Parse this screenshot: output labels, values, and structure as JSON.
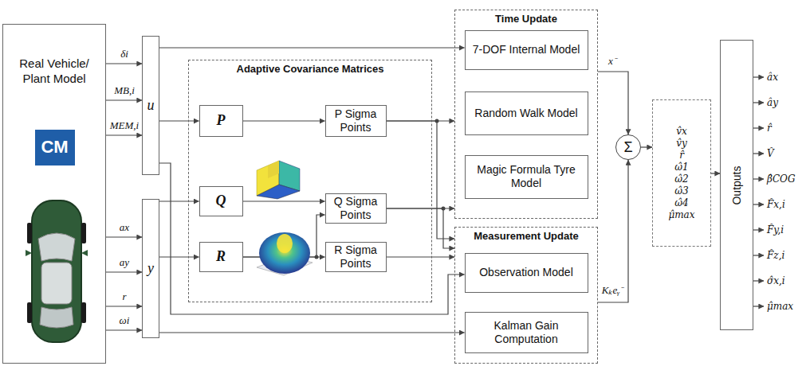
{
  "diagram": {
    "nodes": [
      {
        "text": [
          "Real Vehicle/ Plant Model"
        ]
      },
      {
        "text": [
          "CM"
        ],
        "in": 0
      },
      {
        "text": [
          "u"
        ]
      },
      {
        "text": [
          "y"
        ]
      },
      {
        "text": [
          "Adaptive Covariance Matrices"
        ]
      },
      {
        "text": [
          "P"
        ],
        "in": 4
      },
      {
        "text": [
          "P Sigma Points"
        ],
        "in": 4
      },
      {
        "text": [
          "Q"
        ],
        "in": 4
      },
      {
        "text": [
          "Q Sigma Points"
        ],
        "in": 4
      },
      {
        "text": [
          "R"
        ],
        "in": 4
      },
      {
        "text": [
          "R Sigma Points"
        ],
        "in": 4
      },
      {
        "text": [
          "Time Update"
        ]
      },
      {
        "text": [
          "7-DOF Internal Model"
        ],
        "in": 11
      },
      {
        "text": [
          "Random Walk Model"
        ],
        "in": 11
      },
      {
        "text": [
          "Magic Formula Tyre Model"
        ],
        "in": 11
      },
      {
        "text": [
          "Measurement Update"
        ]
      },
      {
        "text": [
          "Observation Model"
        ],
        "in": 15
      },
      {
        "text": [
          "Kalman Gain Computation"
        ],
        "in": 15
      },
      {
        "text": [
          "Σ"
        ]
      },
      {
        "text": [
          "v̂x",
          "v̂y",
          "r̂",
          "ω̂1",
          "ω̂2",
          "ω̂3",
          "ω̂4",
          "μ̂max"
        ]
      },
      {
        "text": [
          "Outputs"
        ]
      }
    ],
    "edges": [
      {
        "from": 0,
        "to": 2,
        "arrow": "to",
        "label": "δi"
      },
      {
        "from": 0,
        "to": 2,
        "arrow": "to",
        "label": "MB,i"
      },
      {
        "from": 0,
        "to": 2,
        "arrow": "to",
        "label": "MEM,i"
      },
      {
        "from": 0,
        "to": 3,
        "arrow": "to",
        "label": "ax"
      },
      {
        "from": 0,
        "to": 3,
        "arrow": "to",
        "label": "ay"
      },
      {
        "from": 0,
        "to": 3,
        "arrow": "to",
        "label": "r"
      },
      {
        "from": 0,
        "to": 3,
        "arrow": "to",
        "label": "ωi"
      },
      {
        "from": 2,
        "to": 12,
        "arrow": "to"
      },
      {
        "from": 2,
        "to": 5,
        "arrow": "to"
      },
      {
        "from": 2,
        "to": 16,
        "arrow": "to"
      },
      {
        "from": 3,
        "to": 7,
        "arrow": "to"
      },
      {
        "from": 3,
        "to": 9,
        "arrow": "to"
      },
      {
        "from": 3,
        "to": 17,
        "arrow": "to"
      },
      {
        "from": 5,
        "to": 6,
        "arrow": "to"
      },
      {
        "from": 7,
        "to": 8,
        "arrow": "to"
      },
      {
        "from": 9,
        "to": 10,
        "arrow": "to"
      },
      {
        "from": 9,
        "to": 8,
        "arrow": "to"
      },
      {
        "from": 6,
        "to": 11,
        "arrow": "to"
      },
      {
        "from": 6,
        "to": 15,
        "arrow": "to"
      },
      {
        "from": 8,
        "to": 11,
        "arrow": "to"
      },
      {
        "from": 8,
        "to": 15,
        "arrow": "to"
      },
      {
        "from": 10,
        "to": 15,
        "arrow": "to"
      },
      {
        "from": 11,
        "to": 18,
        "arrow": "to",
        "label": "x⁻"
      },
      {
        "from": 15,
        "to": 18,
        "arrow": "to",
        "label": "Kₖeᵧ⁻"
      },
      {
        "from": 18,
        "to": 19,
        "arrow": "to"
      },
      {
        "from": 19,
        "to": 20,
        "arrow": "to"
      }
    ],
    "labels": [
      "âx",
      "ây",
      "r̂",
      "V̂",
      "β̂COG",
      "F̂x,i",
      "F̂y,i",
      "F̂z,i",
      "σ̂x,i",
      "μ̂max"
    ]
  }
}
